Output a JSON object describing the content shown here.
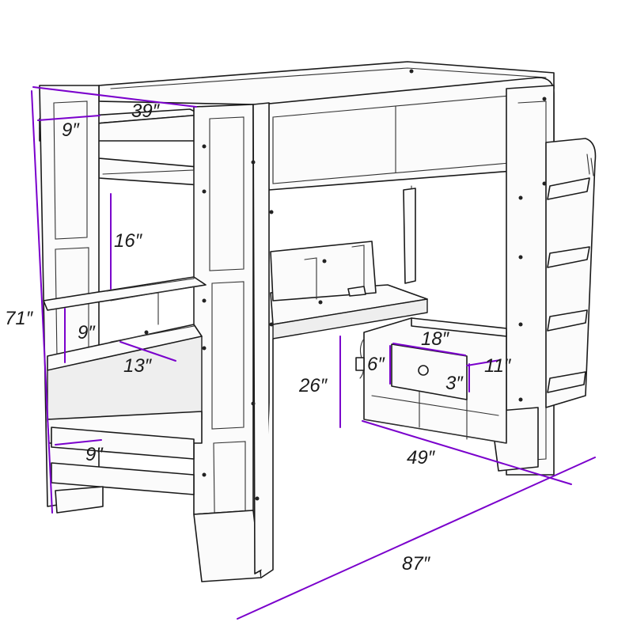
{
  "diagram": {
    "accent_color": "#7a00cc",
    "line_color": "#1a1a1a",
    "dimensions": {
      "top_depth": "39″",
      "top_shelf_depth": "9″",
      "overall_height": "71″",
      "shelf_height_upper": "16″",
      "shelf_height_lower": "9″",
      "shelf_width": "13″",
      "bottom_shelf_depth": "9″",
      "desk_height": "26″",
      "drawer_width": "18″",
      "drawer_height": "6″",
      "drawer_depth": "11″",
      "drawer_inner_height": "3″",
      "desk_length": "49″",
      "overall_length": "87″"
    }
  }
}
